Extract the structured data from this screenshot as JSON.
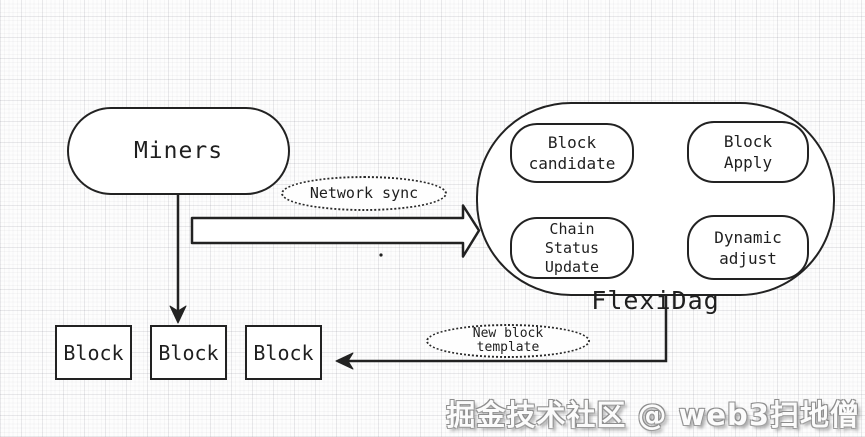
{
  "diagram": {
    "miners": {
      "label": "Miners"
    },
    "network_sync": {
      "label": "Network sync"
    },
    "flexidag": {
      "label": "FlexiDag",
      "nodes": [
        {
          "id": "block-candidate",
          "lines": [
            "Block",
            "candidate"
          ]
        },
        {
          "id": "block-apply",
          "lines": [
            "Block",
            "Apply"
          ]
        },
        {
          "id": "chain-status-update",
          "lines": [
            "Chain",
            "Status",
            "Update"
          ]
        },
        {
          "id": "dynamic-adjust",
          "lines": [
            "Dynamic",
            "adjust"
          ]
        }
      ]
    },
    "blocks": [
      {
        "label": "Block"
      },
      {
        "label": "Block"
      },
      {
        "label": "Block"
      }
    ],
    "new_block_template": {
      "lines": [
        "New block",
        "template"
      ]
    },
    "watermark": {
      "text": "掘金技术社区 @ web3扫地僧"
    },
    "colors": {
      "stroke": "#222222",
      "shape_fill": "#ffffff",
      "background": "#fdfdfd",
      "watermark_fill": "#fbfbfb",
      "watermark_outline": "#8d8d8d"
    }
  }
}
